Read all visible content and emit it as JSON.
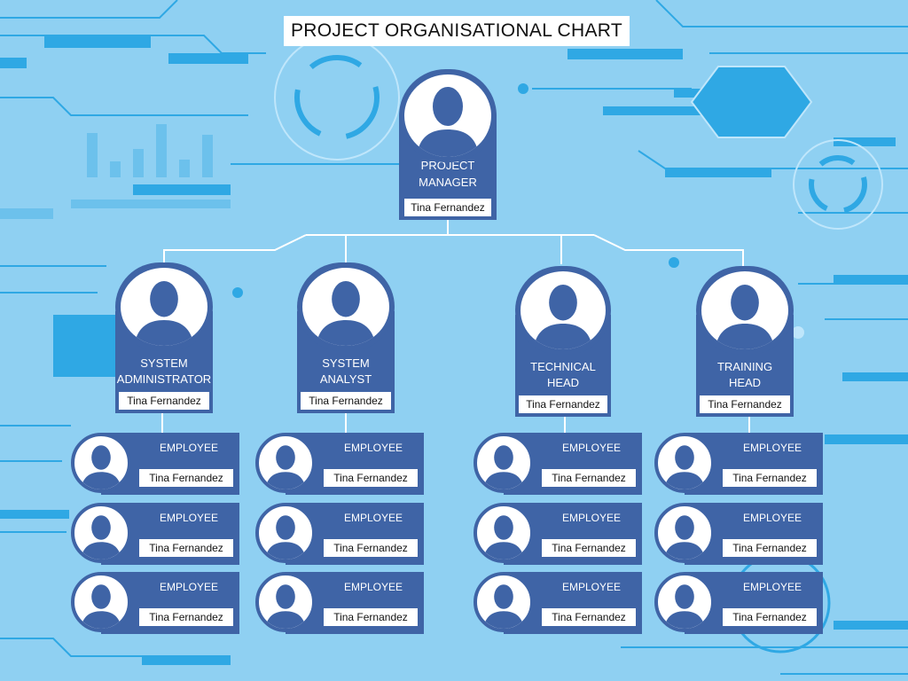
{
  "title": "PROJECT ORGANISATIONAL CHART",
  "colors": {
    "background": "#8fd0f2",
    "card": "#3f64a6",
    "circuit_dark": "#2fa8e4",
    "circuit_light": "#bfe6fb",
    "connector": "#ffffff"
  },
  "icons": {
    "avatar": "person-silhouette-icon"
  },
  "manager": {
    "role_line1": "PROJECT",
    "role_line2": "MANAGER",
    "name": "Tina Fernandez"
  },
  "heads": [
    {
      "role_line1": "SYSTEM",
      "role_line2": "ADMINISTRATOR",
      "name": "Tina Fernandez",
      "employees": [
        {
          "role": "EMPLOYEE",
          "name": "Tina Fernandez"
        },
        {
          "role": "EMPLOYEE",
          "name": "Tina Fernandez"
        },
        {
          "role": "EMPLOYEE",
          "name": "Tina Fernandez"
        }
      ]
    },
    {
      "role_line1": "SYSTEM",
      "role_line2": "ANALYST",
      "name": "Tina Fernandez",
      "employees": [
        {
          "role": "EMPLOYEE",
          "name": "Tina Fernandez"
        },
        {
          "role": "EMPLOYEE",
          "name": "Tina Fernandez"
        },
        {
          "role": "EMPLOYEE",
          "name": "Tina Fernandez"
        }
      ]
    },
    {
      "role_line1": "TECHNICAL",
      "role_line2": "HEAD",
      "name": "Tina Fernandez",
      "employees": [
        {
          "role": "EMPLOYEE",
          "name": "Tina Fernandez"
        },
        {
          "role": "EMPLOYEE",
          "name": "Tina Fernandez"
        },
        {
          "role": "EMPLOYEE",
          "name": "Tina Fernandez"
        }
      ]
    },
    {
      "role_line1": "TRAINING",
      "role_line2": "HEAD",
      "name": "Tina Fernandez",
      "employees": [
        {
          "role": "EMPLOYEE",
          "name": "Tina Fernandez"
        },
        {
          "role": "EMPLOYEE",
          "name": "Tina Fernandez"
        },
        {
          "role": "EMPLOYEE",
          "name": "Tina Fernandez"
        }
      ]
    }
  ]
}
